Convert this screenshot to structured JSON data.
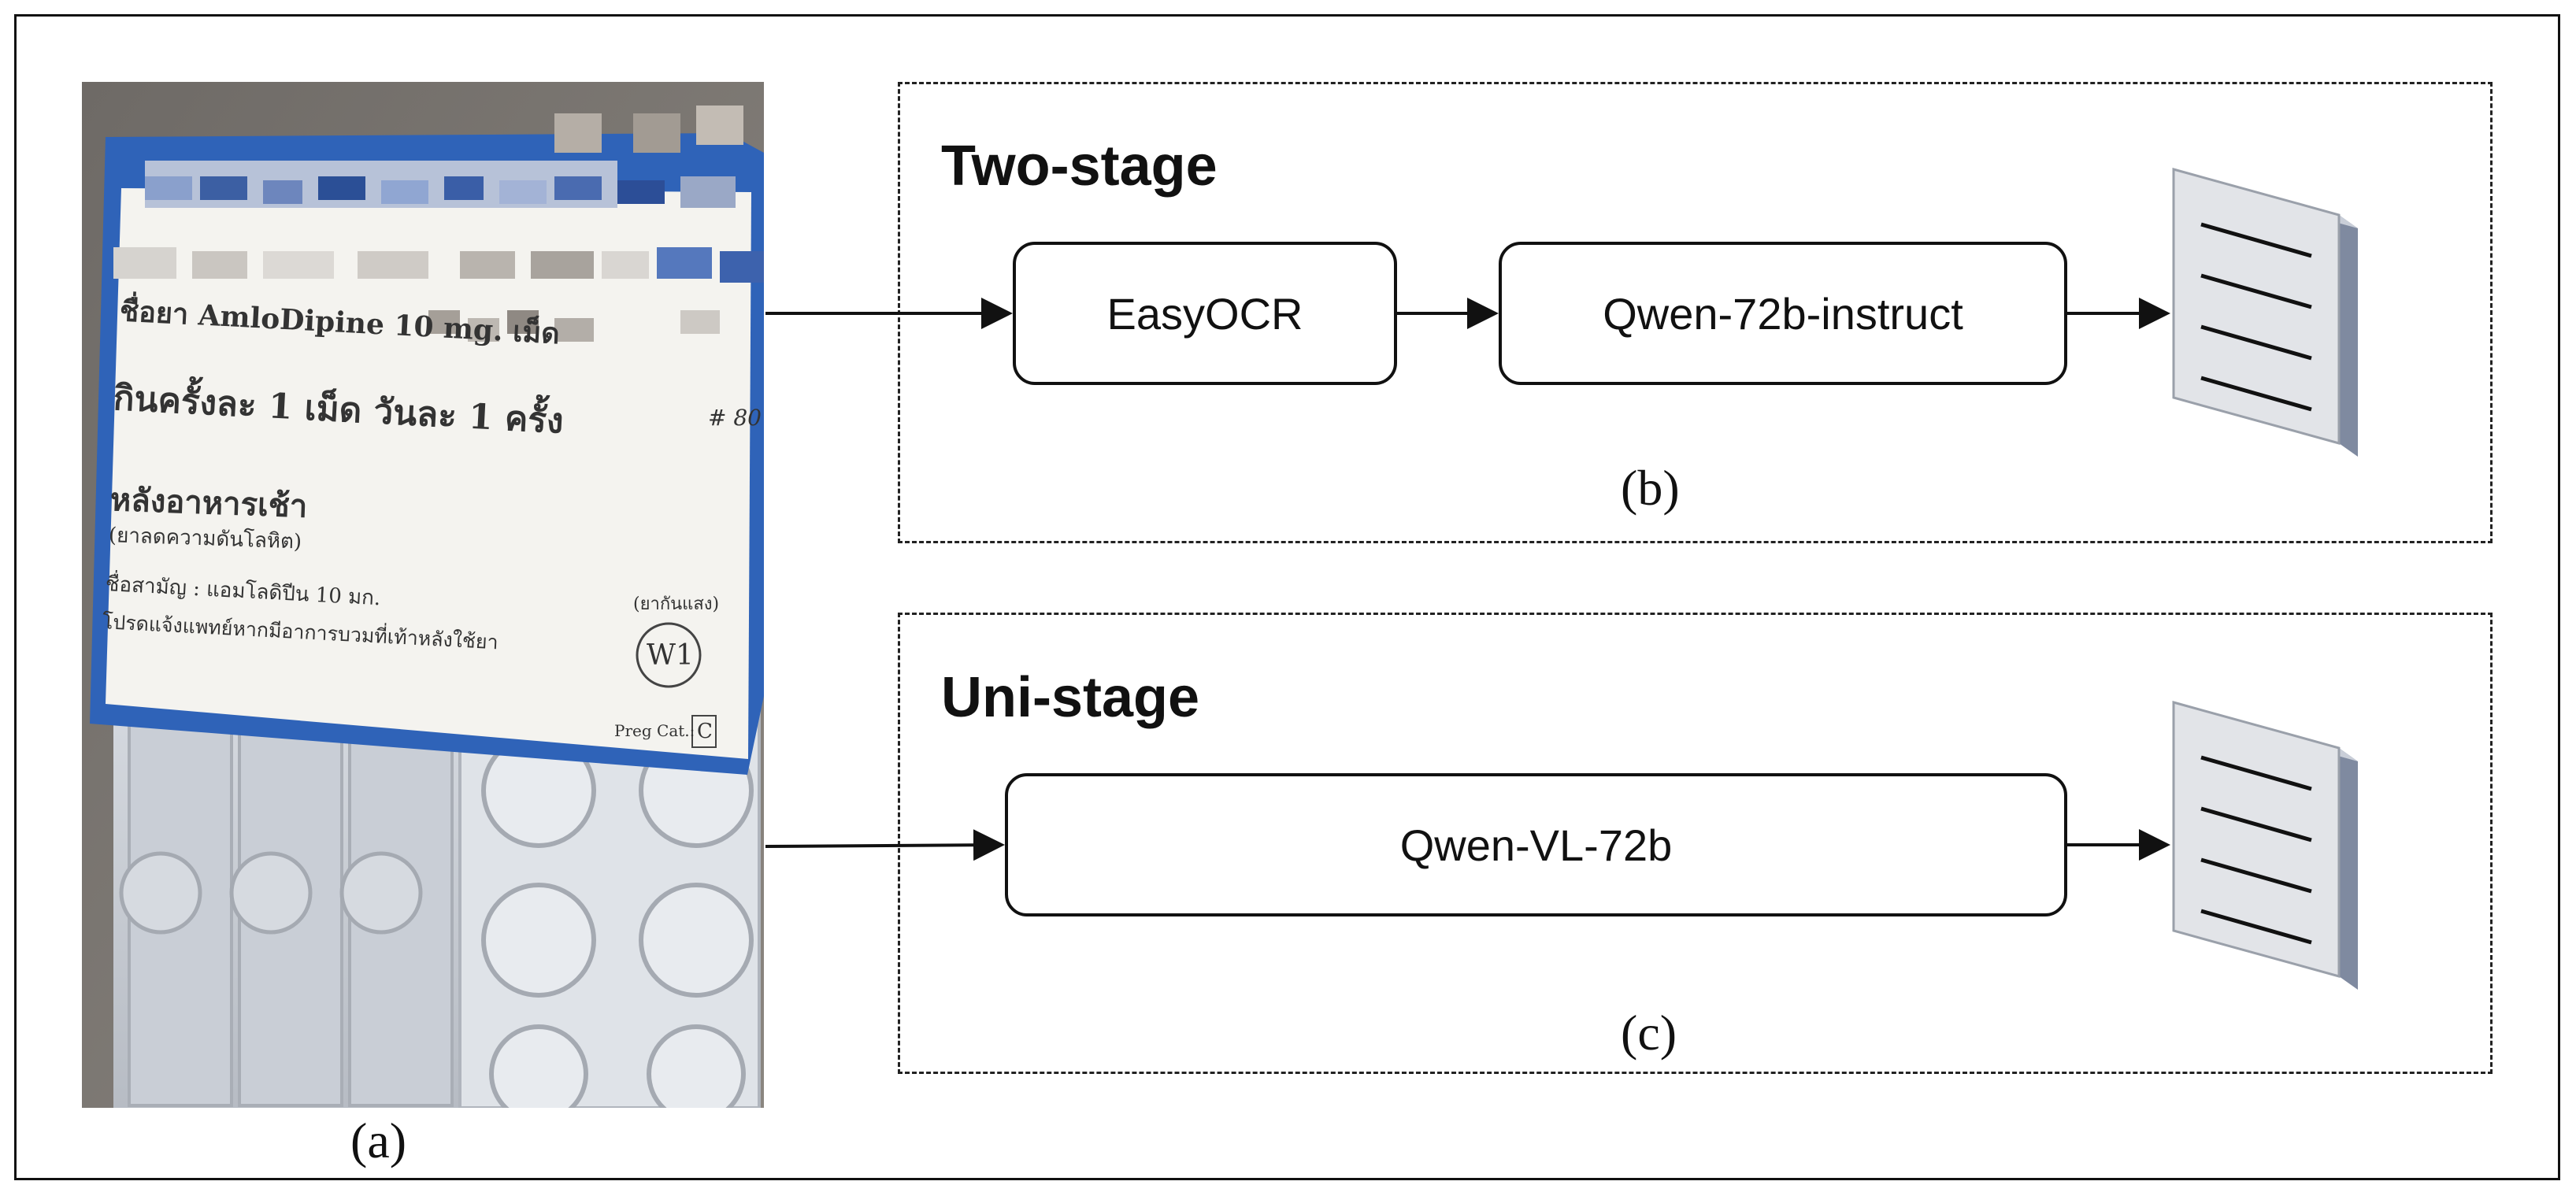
{
  "photo": {
    "line1": "ชื่อยา AmloDipine 10 mg. เม็ด",
    "line2": "กินครั้งละ 1 เม็ด วันละ 1 ครั้ง",
    "count": "# 80",
    "line3": "หลังอาหารเช้า",
    "line4": "(ยาลดความดันโลหิต)",
    "line5": "ชื่อสามัญ : แอมโลดิปีน 10 มก.",
    "line6": "โปรดแจ้งแพทย์หากมีอาการบวมที่เท้าหลังใช้ยา",
    "protect": "(ยากันแสง)",
    "stamp": "W1",
    "preg_label": "Preg Cat.:",
    "preg_value": "C"
  },
  "captions": {
    "a": "(a)",
    "b": "(b)",
    "c": "(c)"
  },
  "two_stage": {
    "title": "Two-stage",
    "step1": "EasyOCR",
    "step2": "Qwen-72b-instruct"
  },
  "uni_stage": {
    "title": "Uni-stage",
    "step1": "Qwen-VL-72b"
  },
  "icons": [
    "document-icon",
    "document-icon"
  ]
}
